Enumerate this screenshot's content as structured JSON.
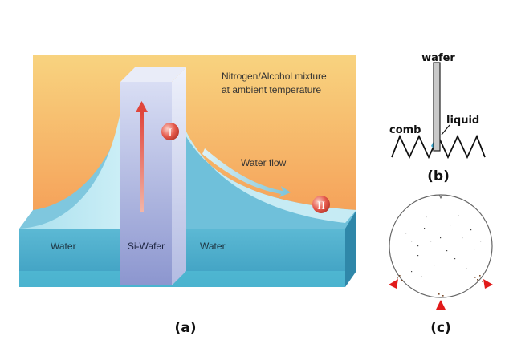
{
  "panel_a": {
    "annotation_line1": "Nitrogen/Alcohol mixture",
    "annotation_line2": "at ambient temperature",
    "water_flow_label": "Water flow",
    "marker_1": "I",
    "marker_2": "II",
    "water_left_label": "Water",
    "wafer_label": "Si-Wafer",
    "water_right_label": "Water",
    "caption": "(a)"
  },
  "panel_b": {
    "wafer_label": "wafer",
    "liquid_label": "liquid",
    "comb_label": "comb",
    "caption": "(b)"
  },
  "panel_c": {
    "caption": "(c)",
    "marker_color": "#e11a1a",
    "marker_count": 3
  },
  "colors": {
    "sky_top": "#f7cf7a",
    "sky_bottom": "#f6a35b",
    "water_light": "#8fd0e3",
    "water_mid": "#4fb0cf",
    "water_dark": "#2f8db0",
    "wafer": "#9ea7d8",
    "marker_red": "#e6474a"
  }
}
